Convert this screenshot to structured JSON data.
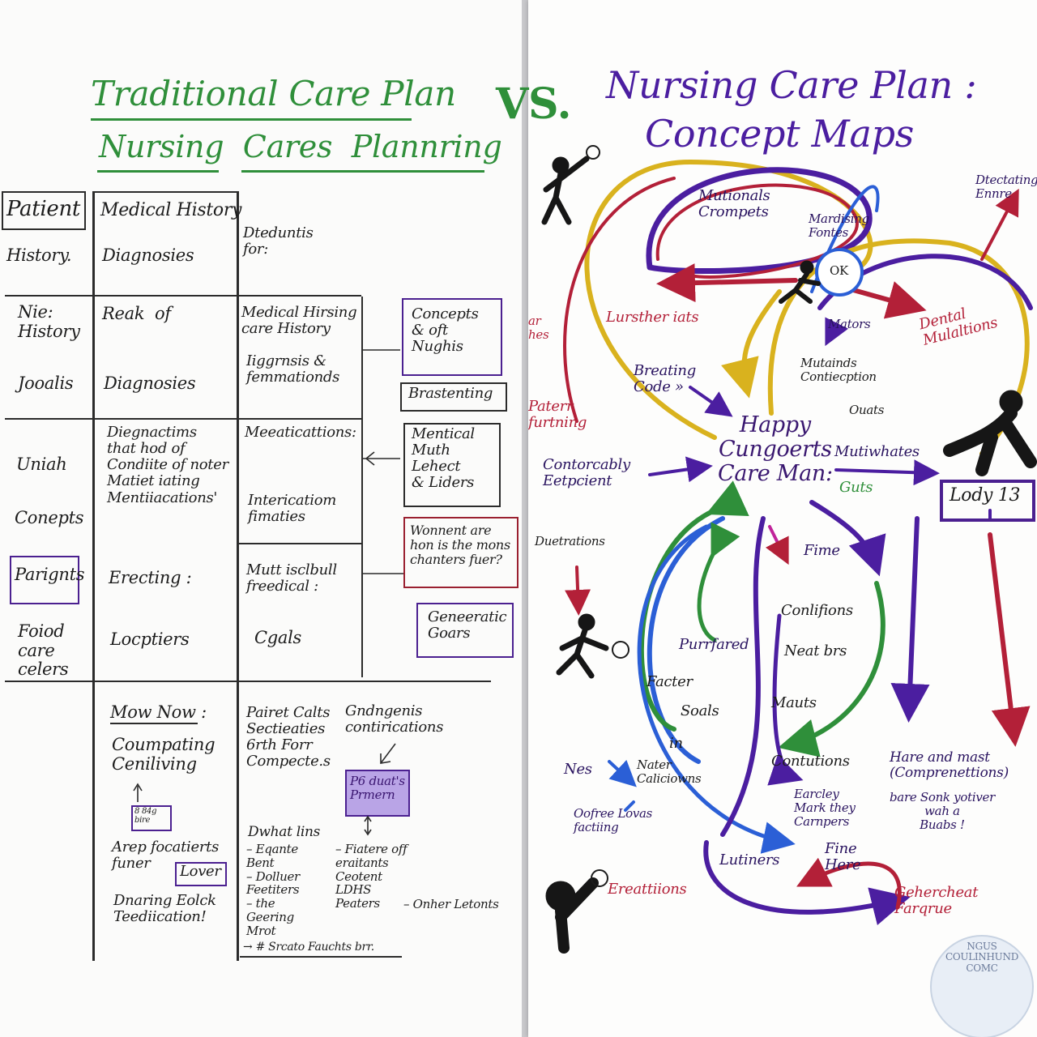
{
  "vs_label": "VS.",
  "left": {
    "title_line1": "Traditional Care Plan",
    "title_line2": "Nursing  Cares  Plannring",
    "cells": [
      {
        "key": "patient",
        "text": "Patient"
      },
      {
        "key": "history",
        "text": "History."
      },
      {
        "key": "nie_history",
        "text": "Nie:\nHistory"
      },
      {
        "key": "jooalis",
        "text": "Jooalis"
      },
      {
        "key": "uniah",
        "text": "Uniah"
      },
      {
        "key": "conepts",
        "text": "Conepts"
      },
      {
        "key": "parignts",
        "text": "Parignts"
      },
      {
        "key": "foiod",
        "text": "Foiod\ncare\ncelers"
      },
      {
        "key": "medical_history",
        "text": "Medical History"
      },
      {
        "key": "diagnosies_1",
        "text": "Diagnosies"
      },
      {
        "key": "reak_of",
        "text": "Reak  of"
      },
      {
        "key": "diagnosies_2",
        "text": "Diagnosies"
      },
      {
        "key": "diagnactims",
        "text": "Diegnactims\nthat hod of\nCondiite of noter\nMatiet iating\nMentiiacations'"
      },
      {
        "key": "erecting",
        "text": "Erecting :"
      },
      {
        "key": "locptiers",
        "text": "Locptiers"
      },
      {
        "key": "dteduntis",
        "text": "Dteduntis\nfor:"
      },
      {
        "key": "medical_hirsing",
        "text": "Medical Hirsing\ncare History"
      },
      {
        "key": "iiggrnsis",
        "text": "Iiggrnsis &\nfemmationds"
      },
      {
        "key": "meeaticattions",
        "text": "Meeaticattions:"
      },
      {
        "key": "intericatiom",
        "text": "Intericatiom\nfimaties"
      },
      {
        "key": "mutt_isclbull",
        "text": "Mutt isclbull\nfreedical :"
      },
      {
        "key": "cgals",
        "text": "Cgals"
      },
      {
        "key": "concepts_box",
        "text": "Concepts\n& oft\nNughis"
      },
      {
        "key": "brastenting",
        "text": "Brastenting"
      },
      {
        "key": "mentical_box",
        "text": "Mentical\nMuth\nLehect\n& Liders"
      },
      {
        "key": "wonnent_box",
        "text": "Wonnent are\nhon is the mons\nchanters fuer?"
      },
      {
        "key": "generatic_box",
        "text": "Geneeratic\nGoars"
      },
      {
        "key": "mow_now",
        "text": "Mow Now :"
      },
      {
        "key": "coumpating",
        "text": "Coumpating\nCeniliving"
      },
      {
        "key": "tiny_box",
        "text": "8 84g\nbire"
      },
      {
        "key": "arep_focatierts",
        "text": "Arep focatierts\nfuner"
      },
      {
        "key": "lover",
        "text": "Lover"
      },
      {
        "key": "dnaring",
        "text": "Dnaring Eolck\nTeediication!"
      },
      {
        "key": "pairet_calts",
        "text": "Pairet Calts\nSectieaties\n6rth Forr\nCompecte.s"
      },
      {
        "key": "gndngenis",
        "text": "Gndngenis\ncontirications"
      },
      {
        "key": "purple_note",
        "text": "P6 duat's\nPrmern"
      },
      {
        "key": "dwhat_lins",
        "text": "Dwhat lins"
      },
      {
        "key": "list_left",
        "text": "– Eqante\n   Bent\n– Dolluer\n   Feetiters\n– the\n   Geering\n   Mrot"
      },
      {
        "key": "list_right",
        "text": "– Fiatere off\n   eraitants\n   Ceotent\n   LDHS\n   Peaters"
      },
      {
        "key": "onher_letonts",
        "text": "– Onher Letonts"
      },
      {
        "key": "footer_note",
        "text": "→ # Srcato Fauchts brr."
      }
    ]
  },
  "right": {
    "title_line1": "Nursing Care Plan :",
    "title_line2": "Concept Maps",
    "center_label": "Happy\nCungoerts\nCare Man:",
    "ok_label": "OK",
    "lody_box": "Lody 13",
    "logo_text": "NGUS\nCOULINHUND\nCOMC",
    "labels": [
      {
        "key": "mutionals",
        "text": "Mutionals\nCrompets"
      },
      {
        "key": "mardising",
        "text": "Mardising\nFontes"
      },
      {
        "key": "detectating",
        "text": "Dtectating\nEnnre"
      },
      {
        "key": "ar_hes",
        "text": "ar\nhes"
      },
      {
        "key": "lursther",
        "text": "Lursther iats"
      },
      {
        "key": "mators",
        "text": "Mators"
      },
      {
        "key": "dental",
        "text": "Dental\nMulaltions"
      },
      {
        "key": "breating",
        "text": "Breating\nCode »"
      },
      {
        "key": "mutainds",
        "text": "Mutainds\nContiecption"
      },
      {
        "key": "ouats",
        "text": "Ouats"
      },
      {
        "key": "paterr",
        "text": "Paterr\nfurtning"
      },
      {
        "key": "contorcably",
        "text": "Contorcably\nEetpcient"
      },
      {
        "key": "mutiwhates",
        "text": "Mutiwhates"
      },
      {
        "key": "guts",
        "text": "Guts"
      },
      {
        "key": "duetrations",
        "text": "Duetrations"
      },
      {
        "key": "fime",
        "text": "Fime"
      },
      {
        "key": "conlifions",
        "text": "Conlifions"
      },
      {
        "key": "purrfared",
        "text": "Purrfared"
      },
      {
        "key": "neat_brs",
        "text": "Neat brs"
      },
      {
        "key": "facter",
        "text": "Facter"
      },
      {
        "key": "soals",
        "text": "Soals"
      },
      {
        "key": "mauts",
        "text": "Mauts"
      },
      {
        "key": "in",
        "text": "in"
      },
      {
        "key": "nes",
        "text": "Nes"
      },
      {
        "key": "nater",
        "text": "Nater\nCaliciowns"
      },
      {
        "key": "contutions",
        "text": "Contutions"
      },
      {
        "key": "hare_and",
        "text": "Hare and mast\n(Comprenettions)"
      },
      {
        "key": "bare_sonk",
        "text": "bare Sonk yotiver\nwah a\nBuabs !"
      },
      {
        "key": "oofree",
        "text": "Oofree Lovas\nfactiing"
      },
      {
        "key": "earcley",
        "text": "Earcley\nMark they\nCarnpers"
      },
      {
        "key": "fine_here",
        "text": "Fine\nHere"
      },
      {
        "key": "lutiners",
        "text": "Lutiners"
      },
      {
        "key": "ereattiions",
        "text": "Ereattiions"
      },
      {
        "key": "gehercheat",
        "text": "Gehercheat\nFarqrue"
      }
    ]
  },
  "colors": {
    "green": "#2f8f3a",
    "purple": "#4b1ea0",
    "red": "#b32038",
    "blue": "#2b5fd6",
    "yellow": "#d9b21e",
    "ink": "#1c1c1c"
  }
}
